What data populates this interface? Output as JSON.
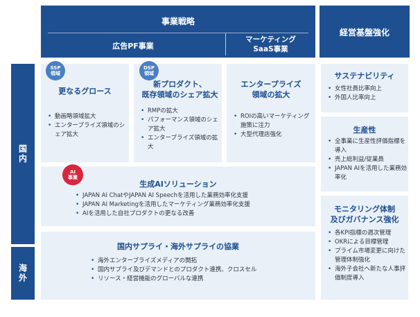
{
  "header": {
    "strategy": "事業戦略",
    "foundation": "経営基盤強化",
    "ad_pf": "広告PF事業",
    "marketing_saas": "マーケティング\nSaaS事業"
  },
  "side": {
    "domestic": "国内",
    "overseas": "海外"
  },
  "cards": {
    "ssp": {
      "badge": "SSP\n領域",
      "title": "更なるグロース",
      "items": [
        "動画略領域拡大",
        "エンタープライズ領域のシェア拡大"
      ]
    },
    "dsp": {
      "badge": "DSP\n領域",
      "title": "新プロダクト、\n既存領域のシェア拡大",
      "items": [
        "RMPの拡大",
        "パフォーマンス領域のシェア拡大",
        "エンタープライズ領域の拡大"
      ]
    },
    "saas": {
      "title": "エンタープライズ\n領域の拡大",
      "items": [
        "ROIの高いマーケティング施策に注力",
        "大型代理店強化"
      ]
    },
    "ai": {
      "badge": "AI\n事業",
      "title": "生成AIソリューション",
      "items": [
        "JAPAN AI ChatやJAPAN AI Speechを活用した業務効率化支援",
        "JAPAN AI Marketingを活用したマーケティング業務効率化支援",
        "AIを活用した自社プロダクトの更なる改善"
      ]
    },
    "overseas": {
      "title": "国内サプライ・海外サプライの協業",
      "items": [
        "海外エンタープライズメディアの開拓",
        "国内サプライ及びデマンドとのプロダクト連携、クロスセル",
        "リソース・経営機能のグローバルな連携"
      ]
    }
  },
  "foundation_cards": {
    "sustainability": {
      "title": "サステナビリティ",
      "items": [
        "女性社員比率向上",
        "外国人比率向上"
      ]
    },
    "productivity": {
      "title": "生産性",
      "items": [
        "全事業に生産性評価指標を導入",
        "売上総利益/従業員",
        "JAPAN AIを活用した業務効率化"
      ]
    },
    "governance": {
      "title": "モニタリング体制\n及びガバナンス強化",
      "items": [
        "各KPI指標の週次管理",
        "OKRによる目標管理",
        "プライム市場変更に向けた管理体制強化",
        "海外子会社へ新たな人事評価制度導入"
      ]
    }
  }
}
